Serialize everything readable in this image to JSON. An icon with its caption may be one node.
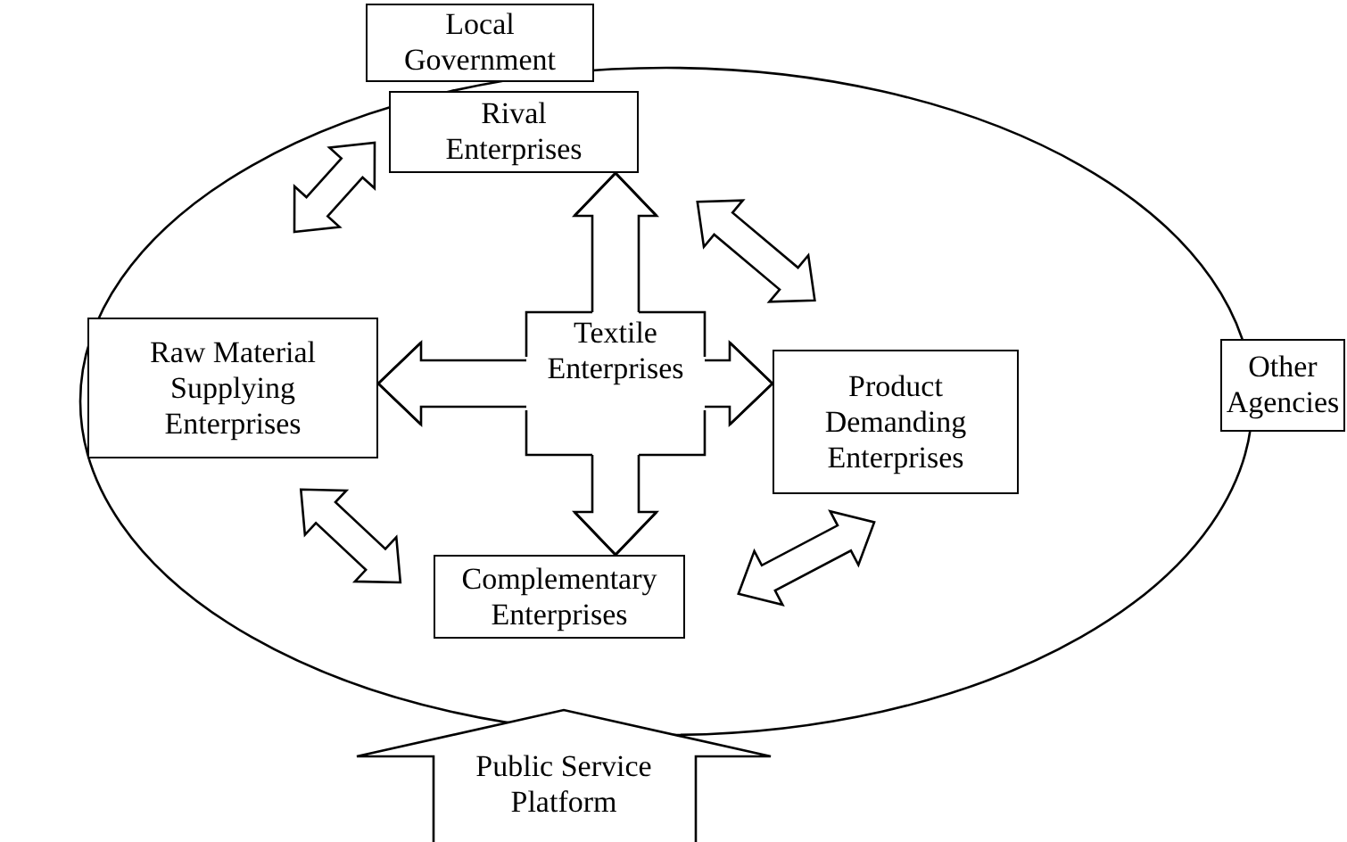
{
  "diagram": {
    "nodes": [
      {
        "text": [],
        "shape": "ellipse"
      },
      {
        "text": [
          "Local Government"
        ]
      },
      {
        "text": [
          "Rival Enterprises"
        ],
        "in": 0
      },
      {
        "text": [
          "Raw Material Supplying Enterprises"
        ],
        "in": 0
      },
      {
        "text": [
          "Textile Enterprises"
        ],
        "in": 0
      },
      {
        "text": [
          "Product Demanding Enterprises"
        ],
        "in": 0
      },
      {
        "text": [
          "Complementary Enterprises"
        ],
        "in": 0
      },
      {
        "text": [
          "Other Agencies"
        ]
      },
      {
        "text": [
          "Public Service Platform"
        ]
      }
    ],
    "edges": [
      {
        "from": 4,
        "to": 2,
        "arrow": "to"
      },
      {
        "from": 4,
        "to": 3,
        "arrow": "to"
      },
      {
        "from": 4,
        "to": 5,
        "arrow": "to"
      },
      {
        "from": 4,
        "to": 6,
        "arrow": "to"
      },
      {
        "from": 3,
        "to": 2,
        "arrow": "both"
      },
      {
        "from": 2,
        "to": 5,
        "arrow": "both"
      },
      {
        "from": 3,
        "to": 6,
        "arrow": "both"
      },
      {
        "from": 6,
        "to": 5,
        "arrow": "both"
      }
    ]
  }
}
